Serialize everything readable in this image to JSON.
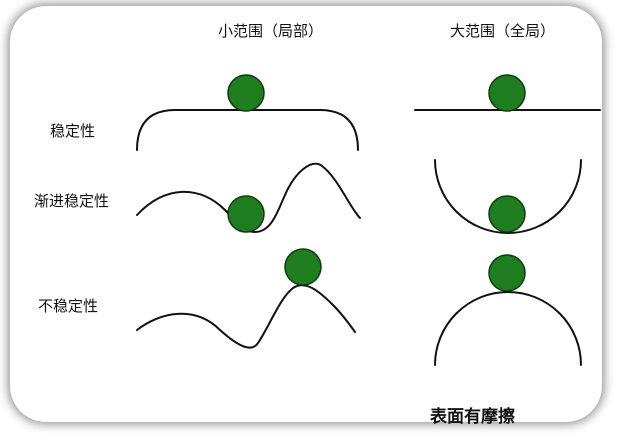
{
  "headers": {
    "local": "小范围（局部）",
    "global": "大范围（全局）"
  },
  "rows": {
    "stable": "稳定性",
    "asymptotic": "渐进稳定性",
    "unstable": "不稳定性"
  },
  "note": "表面有摩擦",
  "colors": {
    "ball": "#1e7d1e",
    "ball_stroke": "#0d3b0d",
    "line": "#111111"
  }
}
